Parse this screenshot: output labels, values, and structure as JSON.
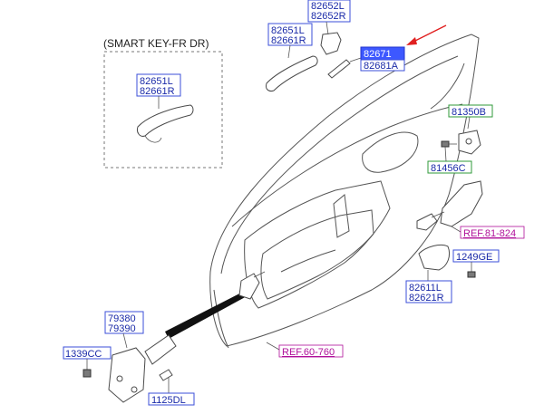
{
  "inset": {
    "title": "(SMART KEY-FR DR)",
    "labels": [
      "82651L",
      "82661R"
    ]
  },
  "labels": {
    "handle_cover_top": [
      "82652L",
      "82652R"
    ],
    "handle_outside": [
      "82651L",
      "82661R"
    ],
    "selected_part": [
      "82671",
      "82681A"
    ],
    "striker": [
      "81350B"
    ],
    "striker_bolt": [
      "81456C"
    ],
    "ref_lock": "REF.81-824",
    "bolt_right": [
      "1249GE"
    ],
    "inside_handle": [
      "82611L",
      "82621R"
    ],
    "checker": [
      "79380",
      "79390"
    ],
    "bolt_checker_a": [
      "1339CC"
    ],
    "ref_door": "REF.60-760",
    "bolt_checker_b": [
      "1125DL"
    ]
  },
  "colors": {
    "label_blue": "#3b4fd8",
    "label_green": "#2f9a3a",
    "selected": "#3d58ff",
    "ref_magenta": "#b0109a",
    "arrow": "#e02020"
  }
}
